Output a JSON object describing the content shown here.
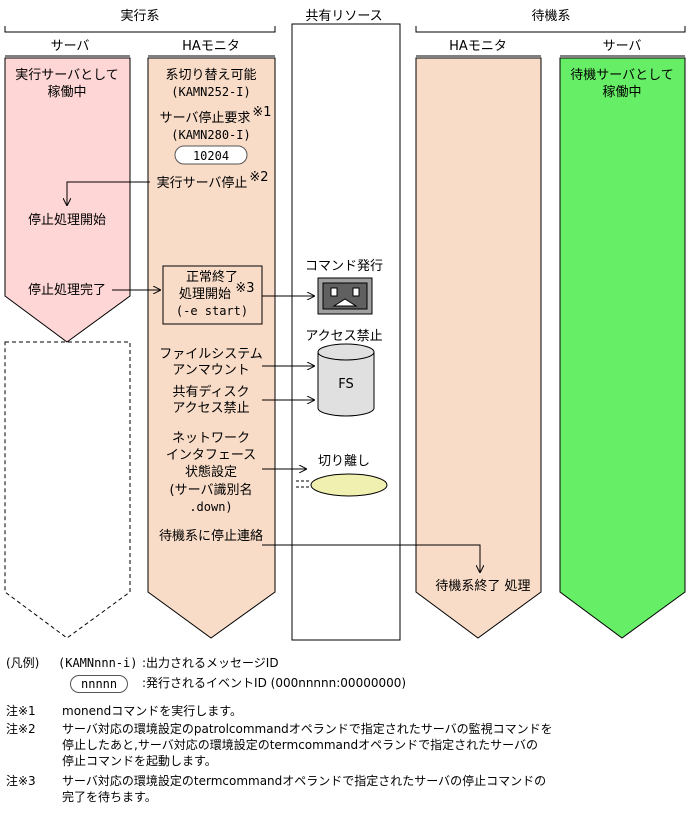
{
  "headers": {
    "active": "実行系",
    "shared": "共有リソース",
    "standby": "待機系"
  },
  "subheaders": {
    "active_server": "サーバ",
    "active_ha": "HAモニタ",
    "standby_ha": "HAモニタ",
    "standby_server": "サーバ"
  },
  "active_server": {
    "status_line1": "実行サーバとして",
    "status_line2": "稼働中",
    "stop_start": "停止処理開始",
    "stop_done": "停止処理完了"
  },
  "active_ha": {
    "switchable": "系切り替え可能",
    "msg1": "(KAMN252-I)",
    "stop_request": "サーバ停止要求",
    "stop_request_note": "※1",
    "msg2": "(KAMN280-I)",
    "event_id": "10204",
    "exec_stop": "実行サーバ停止",
    "exec_stop_note": "※2",
    "normal_end1": "正常終了",
    "normal_end2": "処理開始",
    "normal_end_note": "※3",
    "normal_end3": "(-e start)",
    "fs_unmount1": "ファイルシステム",
    "fs_unmount2": "アンマウント",
    "disk_block1": "共有ディスク",
    "disk_block2": "アクセス禁止",
    "net1": "ネットワーク",
    "net2": "インタフェース",
    "net3": "状態設定",
    "net4": "(サーバ識別名",
    "net5": ".down)",
    "notify": "待機系に停止連絡"
  },
  "shared": {
    "command": "コマンド発行",
    "access_block": "アクセス禁止",
    "fs_label": "FS",
    "detach": "切り離し"
  },
  "standby_ha": {
    "end_process": "待機系終了 処理"
  },
  "standby_server": {
    "status_line1": "待機サーバとして",
    "status_line2": "稼働中"
  },
  "legend": {
    "title": "(凡例)",
    "msg_format": "(KAMNnnn-i)",
    "msg_desc": ":出力されるメッセージID",
    "event_format": "nnnnn",
    "event_desc": ":発行されるイベントID (000nnnnn:00000000)"
  },
  "notes": [
    {
      "label": "注※1",
      "lines": [
        "monendコマンドを実行します。"
      ]
    },
    {
      "label": "注※2",
      "lines": [
        "サーバ対応の環境設定のpatrolcommandオペランドで指定されたサーバの監視コマンドを",
        "停止したあと,サーバ対応の環境設定のtermcommandオペランドで指定されたサーバの",
        "停止コマンドを起動します。"
      ]
    },
    {
      "label": "注※3",
      "lines": [
        "サーバ対応の環境設定のtermcommandオペランドで指定されたサーバの停止コマンドの",
        "完了を待ちます。"
      ]
    }
  ],
  "colors": {
    "active_server_fill": "#ffd6d6",
    "ha_fill": "#f8dcc8",
    "standby_server_fill": "#66ee66",
    "disk_fill": "#e0e0e0",
    "oval_fill": "#f0f0b0",
    "terminal_fill": "#a0a0a0"
  }
}
